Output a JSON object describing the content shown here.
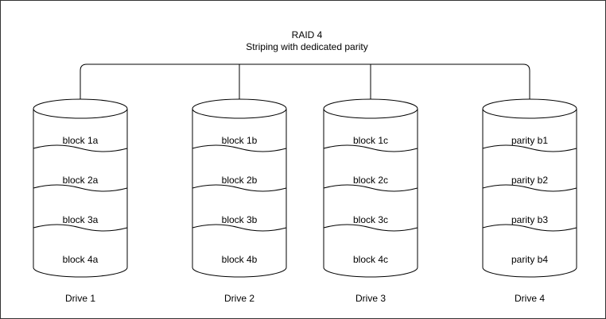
{
  "diagram": {
    "title": "RAID 4",
    "subtitle": "Striping with dedicated parity",
    "drives": [
      {
        "name": "Drive 1",
        "blocks": [
          "block 1a",
          "block 2a",
          "block 3a",
          "block 4a"
        ]
      },
      {
        "name": "Drive 2",
        "blocks": [
          "block 1b",
          "block 2b",
          "block 3b",
          "block 4b"
        ]
      },
      {
        "name": "Drive 3",
        "blocks": [
          "block 1c",
          "block 2c",
          "block 3c",
          "block 4c"
        ]
      },
      {
        "name": "Drive 4",
        "blocks": [
          "parity b1",
          "parity b2",
          "parity b3",
          "parity b4"
        ]
      }
    ]
  },
  "colors": {
    "stroke": "#000000",
    "fill": "#ffffff",
    "border": "#333333"
  }
}
